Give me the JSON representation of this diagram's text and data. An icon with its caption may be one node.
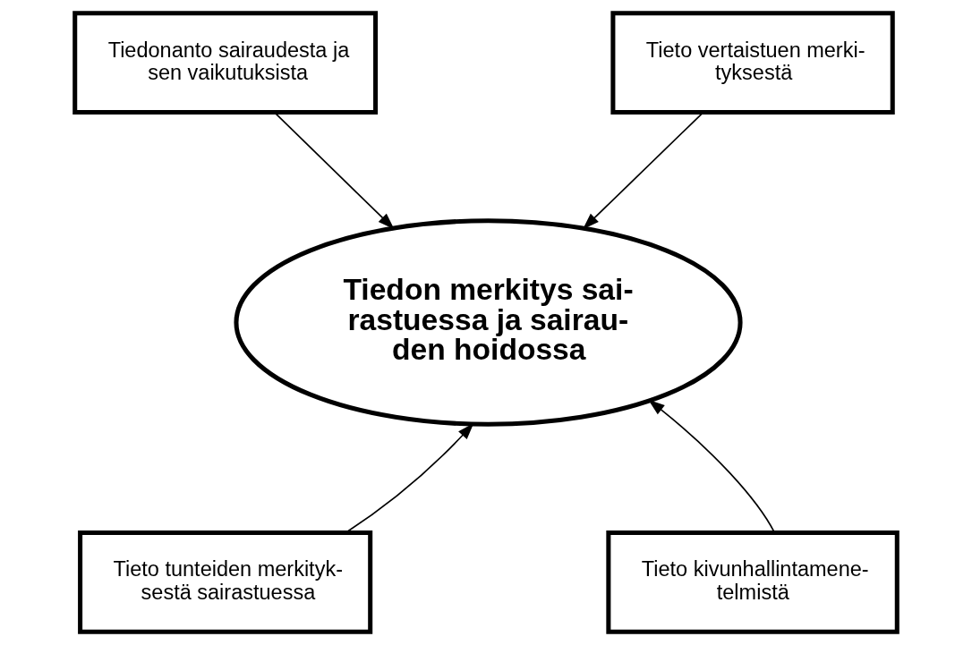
{
  "diagram": {
    "nodes": [
      {
        "text": [
          "Tiedon merkitys sai- rastuessa ja sairau- den hoidossa"
        ]
      },
      {
        "text": [
          "Tiedonanto sairaudesta ja sen vaikutuksista"
        ]
      },
      {
        "text": [
          "Tieto vertaistuen merki- tyksestä"
        ]
      },
      {
        "text": [
          "Tieto tunteiden merkityk- sestä sairastuessa"
        ]
      },
      {
        "text": [
          "Tieto kivunhallintamene- telmistä"
        ]
      }
    ],
    "edges": [
      {
        "from": 1,
        "to": 0,
        "arrow": "to"
      },
      {
        "from": 2,
        "to": 0,
        "arrow": "to"
      },
      {
        "from": 3,
        "to": 0,
        "arrow": "to"
      },
      {
        "from": 4,
        "to": 0,
        "arrow": "to"
      }
    ]
  }
}
